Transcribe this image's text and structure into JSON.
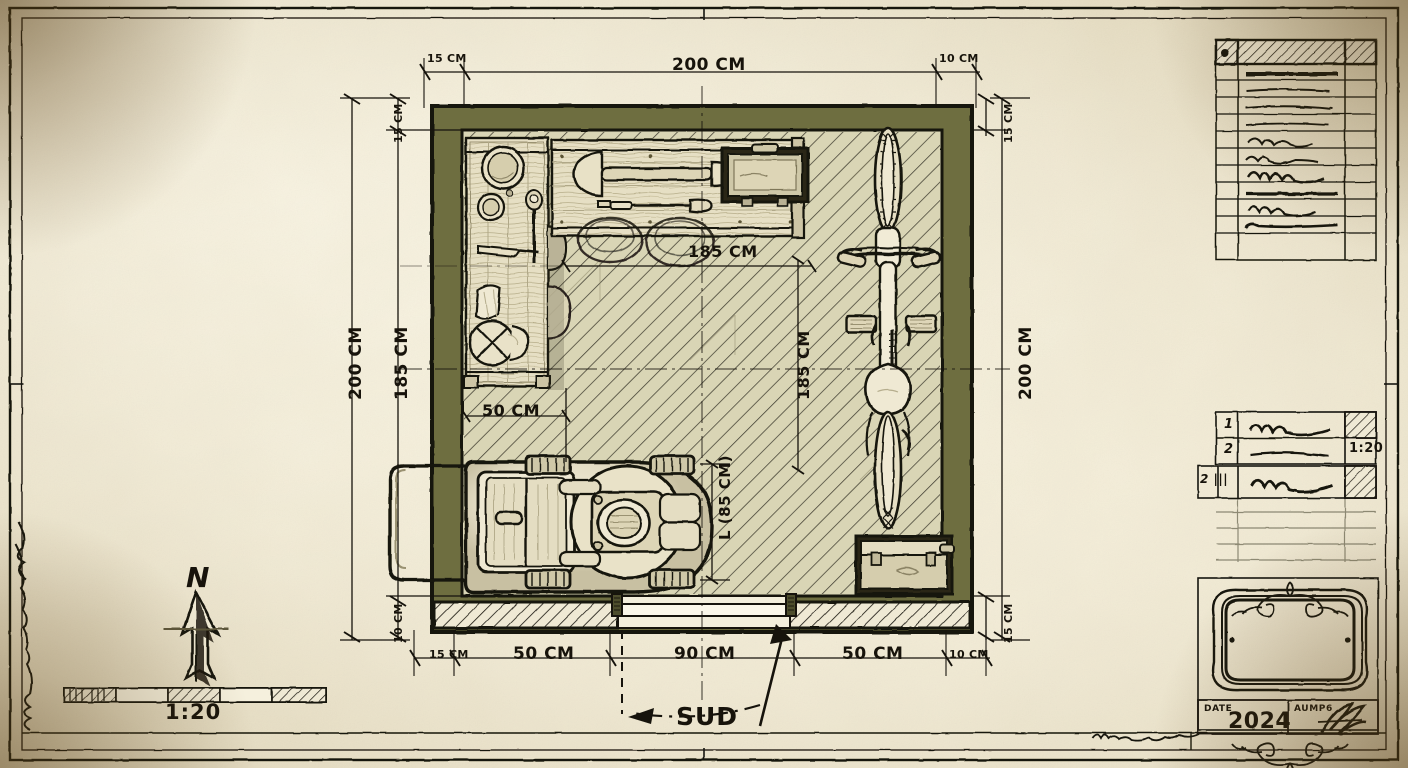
{
  "sheet": {
    "title_hint": "garden shed floor plan",
    "scale_label": "1:20",
    "orientation_north": "N",
    "orientation_south": "SUD",
    "paper_color": "#efe8d2",
    "wall_color": "#6e6e40",
    "floor_color": "#d8d4b4",
    "ink_color": "#16130c"
  },
  "left_margin": {
    "handwritten_note": "Tonolonde de Gonomet  d Hann"
  },
  "compass": {
    "label": "N"
  },
  "scalebar": {
    "label": "1:20"
  },
  "dimensions": {
    "top": [
      {
        "value": "15 CM",
        "size": "small"
      },
      {
        "value": "200 CM",
        "size": "large"
      },
      {
        "value": "10 CM",
        "size": "small"
      }
    ],
    "bottom": [
      {
        "value": "15 CM",
        "size": "small"
      },
      {
        "value": "50 CM",
        "size": "large"
      },
      {
        "value": "90 CM",
        "size": "large"
      },
      {
        "value": "50 CM",
        "size": "large"
      },
      {
        "value": "10 CM",
        "size": "small"
      }
    ],
    "left_outer": "200 CM",
    "left_inner": "185 CM",
    "left_top_small": "15 CM",
    "left_bottom_small": "10 CM",
    "right_outer": "200 CM",
    "right_inner": "185 CM",
    "right_top_small": "15 CM",
    "right_bottom_small": "15 CM",
    "interior_top": "185 CM",
    "interior_left_offset": "50 CM",
    "mower_depth": "L (85 CM)"
  },
  "objects": {
    "shelf_unit": "wall-shelf-with-tools",
    "tool_rack": "shovel-and-rake-rack",
    "wall_box": "wall-mounted-toolbox",
    "bicycle": "bicycle-top-view",
    "floor_toolbox": "floor-toolbox",
    "lawn_mower": "lawn-mower-top-view",
    "door": "entrance-door-south",
    "door_swing": "door-swing-arc"
  },
  "title_block": {
    "top_table": {
      "header_cells": [
        "",
        "",
        ""
      ],
      "rows": [
        {
          "c1": "",
          "c2": "———————",
          "c3": ""
        },
        {
          "c1": "",
          "c2": "————————",
          "c3": ""
        },
        {
          "c1": "",
          "c2": "————————",
          "c3": ""
        },
        {
          "c1": "",
          "c2": "————————",
          "c3": ""
        },
        {
          "c1": "",
          "c2": "~~~~~",
          "c3": ""
        },
        {
          "c1": "",
          "c2": "~~~~~~",
          "c3": ""
        },
        {
          "c1": "",
          "c2": "mmm~~",
          "c3": ""
        },
        {
          "c1": "",
          "c2": "————————",
          "c3": ""
        },
        {
          "c1": "",
          "c2": "mm~~~",
          "c3": ""
        },
        {
          "c1": "",
          "c2": "————————",
          "c3": ""
        },
        {
          "c1": "",
          "c2": "",
          "c3": ""
        },
        {
          "c1": "",
          "c2": "",
          "c3": ""
        }
      ]
    },
    "revision_table": {
      "rows": [
        {
          "num": "1",
          "desc": "mmm————",
          "val": ""
        },
        {
          "num": "2",
          "desc": "————",
          "val": "1:20"
        },
        {
          "num": "",
          "desc": "",
          "val": ""
        },
        {
          "num": "2 |||",
          "desc": "mm————",
          "val": ""
        },
        {
          "num": "",
          "desc": "",
          "val": ""
        },
        {
          "num": "",
          "desc": "",
          "val": ""
        },
        {
          "num": "",
          "desc": "",
          "val": ""
        },
        {
          "num": "",
          "desc": "",
          "val": ""
        }
      ]
    },
    "cartouche": {
      "inner_text": ""
    },
    "footer": {
      "date_label": "DATE",
      "date_value": "2024",
      "author_label": "AUMP6",
      "signature": "signature"
    }
  },
  "footer_note": {
    "handwritten": "Dondre de 2026"
  }
}
